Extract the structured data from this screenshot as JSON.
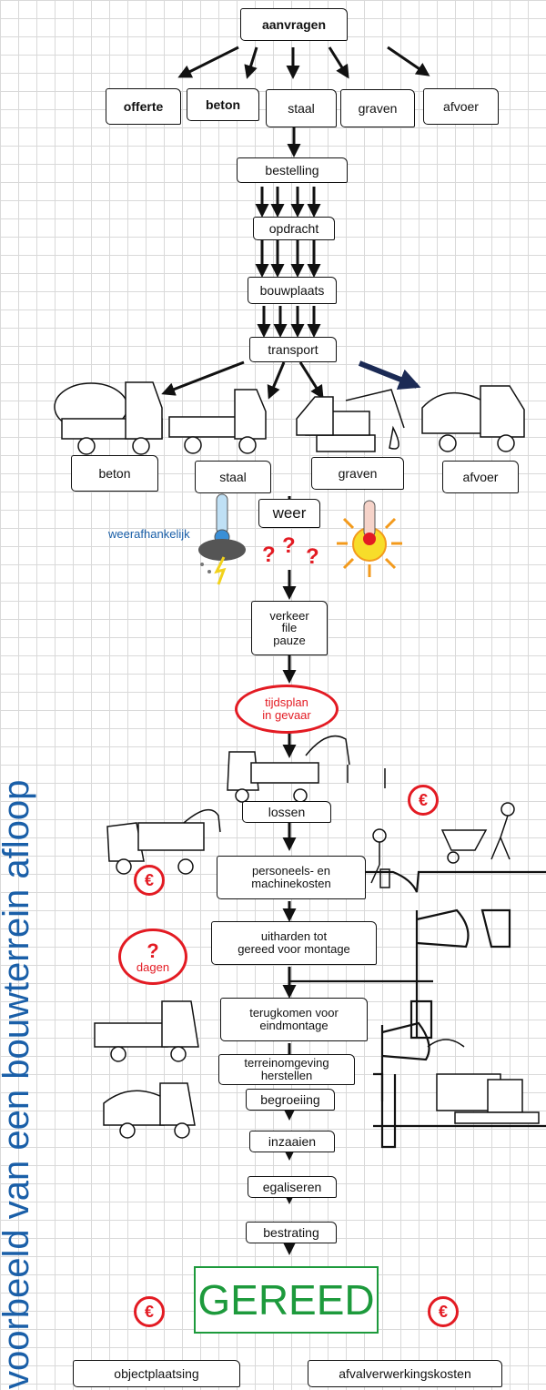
{
  "side_title": "voorbeeld van een bouwterrein afloop",
  "weather_label": "weerafhankelijk",
  "top": {
    "root": "aanvragen",
    "children": [
      "offerte",
      "beton",
      "staal",
      "graven",
      "afvoer"
    ]
  },
  "chain1": [
    "bestelling",
    "opdracht",
    "bouwplaats",
    "transport"
  ],
  "vehicles": [
    "beton",
    "staal",
    "graven",
    "afvoer"
  ],
  "weather": "weer",
  "question_mark": "?",
  "traffic": "verkeer\nfile\npauze",
  "schedule_warning": "tijdsplan\nin gevaar",
  "steps": [
    "lossen",
    "personeels- en\nmachinekosten",
    "uitharden tot\ngereed voor montage",
    "terugkomen voor\neindmontage",
    "terreinomgeving\nherstellen",
    "begroeiing",
    "inzaaien",
    "egaliseren",
    "bestrating"
  ],
  "days_badge": "dagen",
  "euro_symbol": "€",
  "final": "GEREED",
  "bottom": [
    "objectplaatsing",
    "afvalverwerkingskosten"
  ],
  "colors": {
    "blue": "#1a5fa8",
    "red": "#e31b23",
    "green": "#1d9a3c",
    "navy_arrow": "#1b2a55"
  }
}
